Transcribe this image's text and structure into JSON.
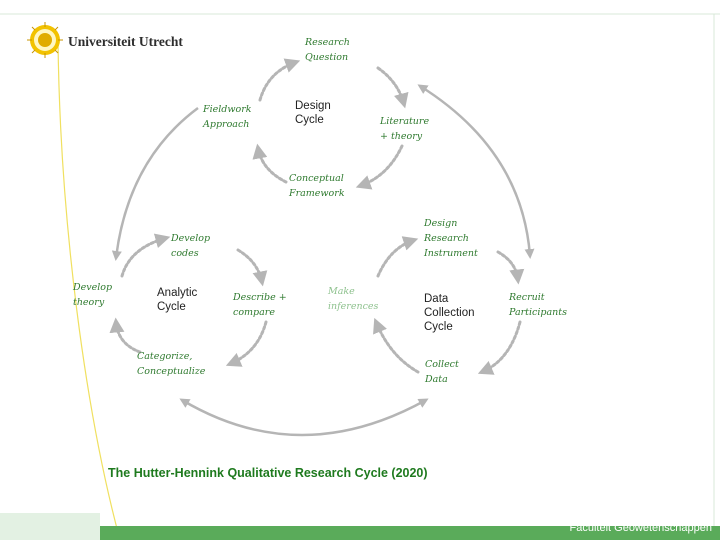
{
  "brand": {
    "name": "Universiteit Utrecht",
    "seal": "sun-seal-logo"
  },
  "title": "The Hutter-Hennink Qualitative Research Cycle (2020)",
  "footer": "Faculteit Geowetenschappen",
  "colors": {
    "green": "#2f7a2f",
    "light_green": "#8fc28f",
    "arrow_gray": "#b5b5b5",
    "footer_green": "#5aab5a",
    "seal_yellow": "#f2c200"
  },
  "cycles": {
    "design": {
      "name": "Design\nCycle",
      "steps": [
        "Research\nQuestion",
        "Literature\n+ theory",
        "Conceptual\nFramework",
        "Fieldwork\nApproach"
      ]
    },
    "data": {
      "name": "Data\nCollection\nCycle",
      "steps": [
        "Design\nResearch\nInstrument",
        "Recruit\nParticipants",
        "Collect\nData",
        "Make\ninferences"
      ]
    },
    "analytic": {
      "name": "Analytic\nCycle",
      "steps": [
        "Develop\ncodes",
        "Describe +\ncompare",
        "Categorize,\nConceptualize",
        "Develop\ntheory"
      ]
    }
  }
}
